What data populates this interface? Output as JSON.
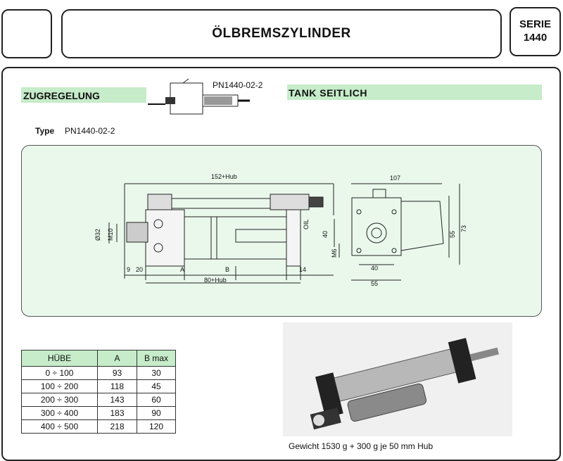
{
  "header": {
    "title": "ÖLBREMSZYLINDER",
    "serie_label": "SERIE",
    "serie_number": "1440"
  },
  "section": {
    "left_heading": "ZUGREGELUNG",
    "right_heading": "TANK SEITLICH",
    "schematic_code": "PN1440-02-2",
    "type_label": "Type",
    "type_value": "PN1440-02-2"
  },
  "drawing_dims": {
    "len_top": "152+Hub",
    "len_bottom": "80+Hub",
    "d9": "9",
    "d20": "20",
    "dA": "A",
    "dB": "B",
    "d14": "14",
    "dia32": "Ø32",
    "m10": "M10",
    "oil": "OIL",
    "w107": "107",
    "h73": "73",
    "h55": "55",
    "h40": "40",
    "m6": "M6",
    "w40": "40",
    "w55": "55"
  },
  "table": {
    "headers": [
      "HÜBE",
      "A",
      "B max"
    ],
    "rows": [
      [
        "0 ÷ 100",
        "93",
        "30"
      ],
      [
        "100 ÷ 200",
        "118",
        "45"
      ],
      [
        "200 ÷ 300",
        "143",
        "60"
      ],
      [
        "300 ÷ 400",
        "183",
        "90"
      ],
      [
        "400 ÷ 500",
        "218",
        "120"
      ]
    ]
  },
  "photo": {
    "caption": "Gewicht 1530 g + 300 g je 50 mm Hub"
  }
}
